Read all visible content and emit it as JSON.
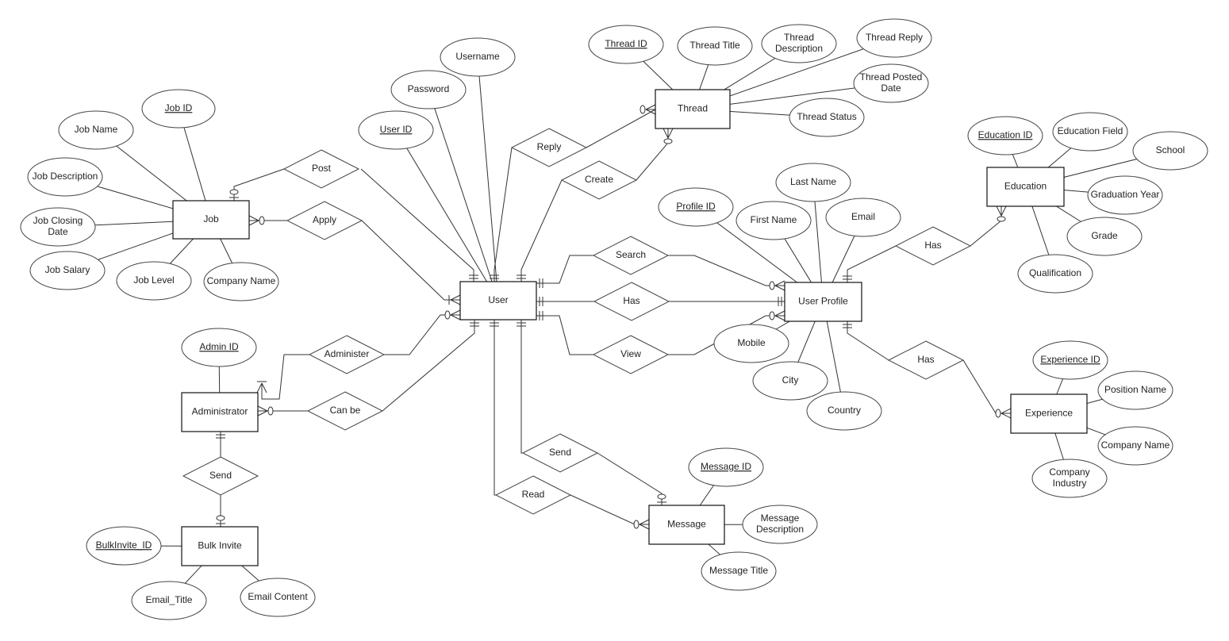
{
  "entities": [
    {
      "id": "job",
      "label": "Job"
    },
    {
      "id": "user",
      "label": "User"
    },
    {
      "id": "thread",
      "label": "Thread"
    },
    {
      "id": "userprofile",
      "label": "User Profile"
    },
    {
      "id": "education",
      "label": "Education"
    },
    {
      "id": "administrator",
      "label": "Administrator"
    },
    {
      "id": "experience",
      "label": "Experience"
    },
    {
      "id": "message",
      "label": "Message"
    },
    {
      "id": "bulkinvite",
      "label": "Bulk Invite"
    }
  ],
  "attributes": [
    {
      "id": "job_id",
      "label": "Job ID",
      "key": true,
      "entity": "job"
    },
    {
      "id": "job_name",
      "label": "Job Name",
      "key": false,
      "entity": "job"
    },
    {
      "id": "job_desc",
      "label": "Job Description",
      "key": false,
      "entity": "job"
    },
    {
      "id": "job_closing",
      "label": "Job Closing Date",
      "key": false,
      "entity": "job"
    },
    {
      "id": "job_salary",
      "label": "Job Salary",
      "key": false,
      "entity": "job"
    },
    {
      "id": "job_level",
      "label": "Job Level",
      "key": false,
      "entity": "job"
    },
    {
      "id": "job_company",
      "label": "Company Name",
      "key": false,
      "entity": "job"
    },
    {
      "id": "user_id",
      "label": "User ID",
      "key": true,
      "entity": "user"
    },
    {
      "id": "password",
      "label": "Password",
      "key": false,
      "entity": "user"
    },
    {
      "id": "username",
      "label": "Username",
      "key": false,
      "entity": "user"
    },
    {
      "id": "thread_id",
      "label": "Thread ID",
      "key": true,
      "entity": "thread"
    },
    {
      "id": "thread_title",
      "label": "Thread Title",
      "key": false,
      "entity": "thread"
    },
    {
      "id": "thread_desc",
      "label": "Thread Description",
      "key": false,
      "entity": "thread"
    },
    {
      "id": "thread_reply",
      "label": "Thread Reply",
      "key": false,
      "entity": "thread"
    },
    {
      "id": "thread_posted",
      "label": "Thread Posted Date",
      "key": false,
      "entity": "thread"
    },
    {
      "id": "thread_status",
      "label": "Thread Status",
      "key": false,
      "entity": "thread"
    },
    {
      "id": "profile_id",
      "label": "Profile ID",
      "key": true,
      "entity": "userprofile"
    },
    {
      "id": "first_name",
      "label": "First Name",
      "key": false,
      "entity": "userprofile"
    },
    {
      "id": "last_name",
      "label": "Last Name",
      "key": false,
      "entity": "userprofile"
    },
    {
      "id": "email",
      "label": "Email",
      "key": false,
      "entity": "userprofile"
    },
    {
      "id": "mobile",
      "label": "Mobile",
      "key": false,
      "entity": "userprofile"
    },
    {
      "id": "city",
      "label": "City",
      "key": false,
      "entity": "userprofile"
    },
    {
      "id": "country",
      "label": "Country",
      "key": false,
      "entity": "userprofile"
    },
    {
      "id": "education_id",
      "label": "Education ID",
      "key": true,
      "entity": "education"
    },
    {
      "id": "education_field",
      "label": "Education Field",
      "key": false,
      "entity": "education"
    },
    {
      "id": "school",
      "label": "School",
      "key": false,
      "entity": "education"
    },
    {
      "id": "grad_year",
      "label": "Graduation Year",
      "key": false,
      "entity": "education"
    },
    {
      "id": "grade",
      "label": "Grade",
      "key": false,
      "entity": "education"
    },
    {
      "id": "qualification",
      "label": "Qualification",
      "key": false,
      "entity": "education"
    },
    {
      "id": "admin_id",
      "label": "Admin ID",
      "key": true,
      "entity": "administrator"
    },
    {
      "id": "experience_id",
      "label": "Experience ID",
      "key": true,
      "entity": "experience"
    },
    {
      "id": "position_name",
      "label": "Position Name",
      "key": false,
      "entity": "experience"
    },
    {
      "id": "exp_company",
      "label": "Company Name",
      "key": false,
      "entity": "experience"
    },
    {
      "id": "company_industry",
      "label": "Company Industry",
      "key": false,
      "entity": "experience"
    },
    {
      "id": "message_id",
      "label": "Message ID",
      "key": true,
      "entity": "message"
    },
    {
      "id": "message_desc",
      "label": "Message Description",
      "key": false,
      "entity": "message"
    },
    {
      "id": "message_title",
      "label": "Message Title",
      "key": false,
      "entity": "message"
    },
    {
      "id": "bulkinvite_id",
      "label": "BulkInvite_ID",
      "key": true,
      "entity": "bulkinvite"
    },
    {
      "id": "email_title",
      "label": "Email_Title",
      "key": false,
      "entity": "bulkinvite"
    },
    {
      "id": "email_content",
      "label": "Email Content",
      "key": false,
      "entity": "bulkinvite"
    }
  ],
  "relationships": [
    {
      "id": "post",
      "label": "Post",
      "from": "user",
      "to": "job",
      "from_card": "exactly-one",
      "to_card": "zero-or-one"
    },
    {
      "id": "apply",
      "label": "Apply",
      "from": "user",
      "to": "job",
      "from_card": "one-or-many",
      "to_card": "zero-or-many"
    },
    {
      "id": "reply",
      "label": "Reply",
      "from": "user",
      "to": "thread",
      "from_card": "exactly-one",
      "to_card": "zero-or-many"
    },
    {
      "id": "create",
      "label": "Create",
      "from": "user",
      "to": "thread",
      "from_card": "exactly-one",
      "to_card": "zero-or-many"
    },
    {
      "id": "search",
      "label": "Search",
      "from": "user",
      "to": "userprofile",
      "from_card": "exactly-one",
      "to_card": "zero-or-many"
    },
    {
      "id": "has_profile",
      "label": "Has",
      "from": "user",
      "to": "userprofile",
      "from_card": "exactly-one",
      "to_card": "exactly-one"
    },
    {
      "id": "view",
      "label": "View",
      "from": "user",
      "to": "userprofile",
      "from_card": "exactly-one",
      "to_card": "zero-or-many"
    },
    {
      "id": "has_education",
      "label": "Has",
      "from": "userprofile",
      "to": "education",
      "from_card": "exactly-one",
      "to_card": "zero-or-many"
    },
    {
      "id": "has_experience",
      "label": "Has",
      "from": "userprofile",
      "to": "experience",
      "from_card": "exactly-one",
      "to_card": "zero-or-many"
    },
    {
      "id": "administer",
      "label": "Administer",
      "from": "administrator",
      "to": "user",
      "from_card": "one-or-many",
      "to_card": "zero-or-many"
    },
    {
      "id": "can_be",
      "label": "Can be",
      "from": "user",
      "to": "administrator",
      "from_card": "exactly-one",
      "to_card": "zero-or-many"
    },
    {
      "id": "send_message",
      "label": "Send",
      "from": "user",
      "to": "message",
      "from_card": "exactly-one",
      "to_card": "zero-or-one"
    },
    {
      "id": "read",
      "label": "Read",
      "from": "user",
      "to": "message",
      "from_card": "exactly-one",
      "to_card": "zero-or-many"
    },
    {
      "id": "send_invite",
      "label": "Send",
      "from": "administrator",
      "to": "bulkinvite",
      "from_card": "exactly-one",
      "to_card": "zero-or-one"
    }
  ]
}
